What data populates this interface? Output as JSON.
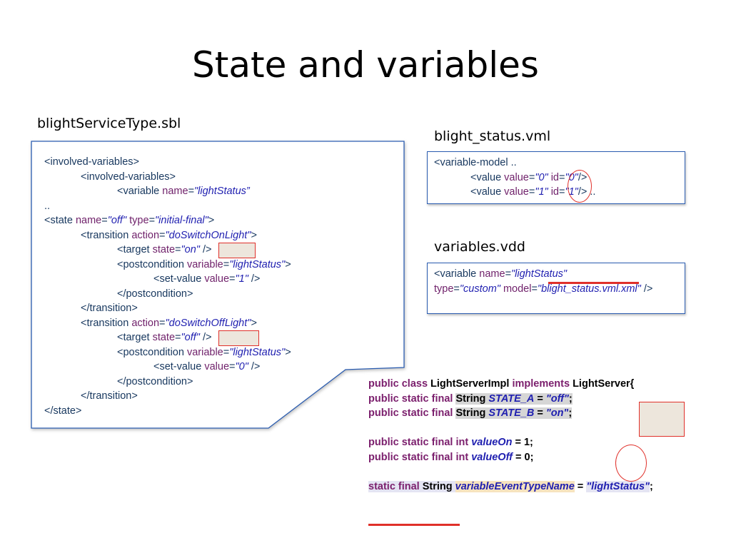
{
  "slide": {
    "title": "State and variables"
  },
  "sbl": {
    "filename": "blightServiceType.sbl",
    "lines": [
      {
        "indent": 0,
        "parts": [
          {
            "t": "tag",
            "v": "<involved-variables>"
          }
        ]
      },
      {
        "indent": 1,
        "parts": [
          {
            "t": "tag",
            "v": "<involved-variables>"
          }
        ]
      },
      {
        "indent": 2,
        "parts": [
          {
            "t": "tag",
            "v": "<variable "
          },
          {
            "t": "attr",
            "v": "name"
          },
          {
            "t": "tag",
            "v": "="
          },
          {
            "t": "val",
            "v": "\"lightStatus”"
          }
        ]
      },
      {
        "indent": 0,
        "parts": [
          {
            "t": "tag",
            "v": ".."
          }
        ]
      },
      {
        "indent": 0,
        "parts": [
          {
            "t": "tag",
            "v": "<state "
          },
          {
            "t": "attr",
            "v": "name"
          },
          {
            "t": "tag",
            "v": "="
          },
          {
            "t": "val",
            "v": "\"off\" "
          },
          {
            "t": "attr",
            "v": "type"
          },
          {
            "t": "tag",
            "v": "="
          },
          {
            "t": "val",
            "v": "\"initial-final\""
          },
          {
            "t": "tag",
            "v": ">"
          }
        ]
      },
      {
        "indent": 1,
        "parts": [
          {
            "t": "tag",
            "v": "<transition "
          },
          {
            "t": "attr",
            "v": "action"
          },
          {
            "t": "tag",
            "v": "="
          },
          {
            "t": "val",
            "v": "\"doSwitchOnLight\""
          },
          {
            "t": "tag",
            "v": ">"
          }
        ]
      },
      {
        "indent": 2,
        "parts": [
          {
            "t": "tag",
            "v": "<target "
          },
          {
            "t": "attr",
            "v": "state"
          },
          {
            "t": "tag",
            "v": "="
          },
          {
            "t": "val",
            "v": "\"on\" "
          },
          {
            "t": "tag",
            "v": "/>"
          }
        ]
      },
      {
        "indent": 2,
        "parts": [
          {
            "t": "tag",
            "v": "<postcondition "
          },
          {
            "t": "attr",
            "v": "variable"
          },
          {
            "t": "tag",
            "v": "="
          },
          {
            "t": "val",
            "v": "\"lightStatus\""
          },
          {
            "t": "tag",
            "v": ">"
          }
        ]
      },
      {
        "indent": 3,
        "parts": [
          {
            "t": "tag",
            "v": "<set-value "
          },
          {
            "t": "attr",
            "v": "value"
          },
          {
            "t": "tag",
            "v": "="
          },
          {
            "t": "val",
            "v": "\"1\" "
          },
          {
            "t": "tag",
            "v": "/>"
          }
        ]
      },
      {
        "indent": 2,
        "parts": [
          {
            "t": "tag",
            "v": "</postcondition>"
          }
        ]
      },
      {
        "indent": 1,
        "parts": [
          {
            "t": "tag",
            "v": "</transition>"
          }
        ]
      },
      {
        "indent": 1,
        "parts": [
          {
            "t": "tag",
            "v": "<transition "
          },
          {
            "t": "attr",
            "v": "action"
          },
          {
            "t": "tag",
            "v": "="
          },
          {
            "t": "val",
            "v": "\"doSwitchOffLight\""
          },
          {
            "t": "tag",
            "v": ">"
          }
        ]
      },
      {
        "indent": 2,
        "parts": [
          {
            "t": "tag",
            "v": "<target "
          },
          {
            "t": "attr",
            "v": "state"
          },
          {
            "t": "tag",
            "v": "="
          },
          {
            "t": "val",
            "v": "\"off\" "
          },
          {
            "t": "tag",
            "v": "/>"
          }
        ]
      },
      {
        "indent": 2,
        "parts": [
          {
            "t": "tag",
            "v": "<postcondition "
          },
          {
            "t": "attr",
            "v": "variable"
          },
          {
            "t": "tag",
            "v": "="
          },
          {
            "t": "val",
            "v": "\"lightStatus\""
          },
          {
            "t": "tag",
            "v": ">"
          }
        ]
      },
      {
        "indent": 3,
        "parts": [
          {
            "t": "tag",
            "v": "<set-value "
          },
          {
            "t": "attr",
            "v": "value"
          },
          {
            "t": "tag",
            "v": "="
          },
          {
            "t": "val",
            "v": "\"0\" "
          },
          {
            "t": "tag",
            "v": "/>"
          }
        ]
      },
      {
        "indent": 2,
        "parts": [
          {
            "t": "tag",
            "v": "</postcondition>"
          }
        ]
      },
      {
        "indent": 1,
        "parts": [
          {
            "t": "tag",
            "v": "</transition>"
          }
        ]
      },
      {
        "indent": 0,
        "parts": [
          {
            "t": "tag",
            "v": "</state>"
          }
        ]
      }
    ]
  },
  "vml": {
    "filename": "blight_status.vml",
    "lines": [
      {
        "indent": 0,
        "parts": [
          {
            "t": "tag",
            "v": "<variable-model .."
          }
        ]
      },
      {
        "indent": 1,
        "parts": [
          {
            "t": "tag",
            "v": "<value "
          },
          {
            "t": "attr",
            "v": "value"
          },
          {
            "t": "tag",
            "v": "="
          },
          {
            "t": "val",
            "v": "\"0\" "
          },
          {
            "t": "attr",
            "v": "id"
          },
          {
            "t": "tag",
            "v": "="
          },
          {
            "t": "val",
            "v": "\"0\""
          },
          {
            "t": "tag",
            "v": "/>"
          }
        ]
      },
      {
        "indent": 1,
        "parts": [
          {
            "t": "tag",
            "v": "<value "
          },
          {
            "t": "attr",
            "v": "value"
          },
          {
            "t": "tag",
            "v": "="
          },
          {
            "t": "val",
            "v": "\"1\" "
          },
          {
            "t": "attr",
            "v": "id"
          },
          {
            "t": "tag",
            "v": "="
          },
          {
            "t": "val",
            "v": "\"1\""
          },
          {
            "t": "tag",
            "v": "/> .."
          }
        ]
      }
    ]
  },
  "vdd": {
    "filename": "variables.vdd",
    "lines": [
      {
        "indent": 0,
        "parts": [
          {
            "t": "tag",
            "v": "<variable "
          },
          {
            "t": "attr",
            "v": "name"
          },
          {
            "t": "tag",
            "v": "="
          },
          {
            "t": "val",
            "v": "\"lightStatus\""
          }
        ]
      },
      {
        "indent": 0,
        "parts": [
          {
            "t": "attr",
            "v": "type"
          },
          {
            "t": "tag",
            "v": "="
          },
          {
            "t": "val",
            "v": "\"custom\" "
          },
          {
            "t": "attr",
            "v": "model"
          },
          {
            "t": "tag",
            "v": "="
          },
          {
            "t": "val",
            "v": "\"blight_status.vml.xml\" "
          },
          {
            "t": "tag",
            "v": "/>"
          }
        ]
      }
    ]
  },
  "java": {
    "lines": [
      [
        {
          "t": "kw",
          "v": "public class "
        },
        {
          "t": "ty",
          "v": "LightServerImpl "
        },
        {
          "t": "kw",
          "v": "implements "
        },
        {
          "t": "ty",
          "v": "LightServer{"
        }
      ],
      [
        {
          "t": "kw",
          "v": "public static final "
        },
        {
          "t": "ty",
          "v": "String ",
          "hl": "gray"
        },
        {
          "t": "sv",
          "v": "STATE_A",
          "hl": "gray"
        },
        {
          "t": "ty",
          "v": " = ",
          "hl": "gray"
        },
        {
          "t": "sv",
          "v": "\"off\"",
          "hl": "gray"
        },
        {
          "t": "ty",
          "v": ";",
          "hl": "gray"
        }
      ],
      [
        {
          "t": "kw",
          "v": "public static final "
        },
        {
          "t": "ty",
          "v": "String ",
          "hl": "gray"
        },
        {
          "t": "sv",
          "v": "STATE_B",
          "hl": "gray"
        },
        {
          "t": "ty",
          "v": " = ",
          "hl": "gray"
        },
        {
          "t": "sv",
          "v": "\"on\"",
          "hl": "gray"
        },
        {
          "t": "ty",
          "v": ";",
          "hl": "gray"
        }
      ],
      [],
      [
        {
          "t": "kw",
          "v": "public static final int "
        },
        {
          "t": "sv",
          "v": "valueOn"
        },
        {
          "t": "ty",
          "v": " = 1;"
        }
      ],
      [
        {
          "t": "kw",
          "v": "public static final int "
        },
        {
          "t": "sv",
          "v": "valueOff"
        },
        {
          "t": "ty",
          "v": " = 0;"
        }
      ],
      [],
      [
        {
          "t": "kw",
          "v": "static final ",
          "hl": "blue"
        },
        {
          "t": "ty",
          "v": "String ",
          "hl": "blue"
        },
        {
          "t": "sv",
          "v": "variableEventTypeName",
          "hl": "tan"
        },
        {
          "t": "ty",
          "v": " = "
        },
        {
          "t": "sv",
          "v": "\"lightStatus\"",
          "hl": "blue"
        },
        {
          "t": "ty",
          "v": ";"
        }
      ]
    ]
  }
}
